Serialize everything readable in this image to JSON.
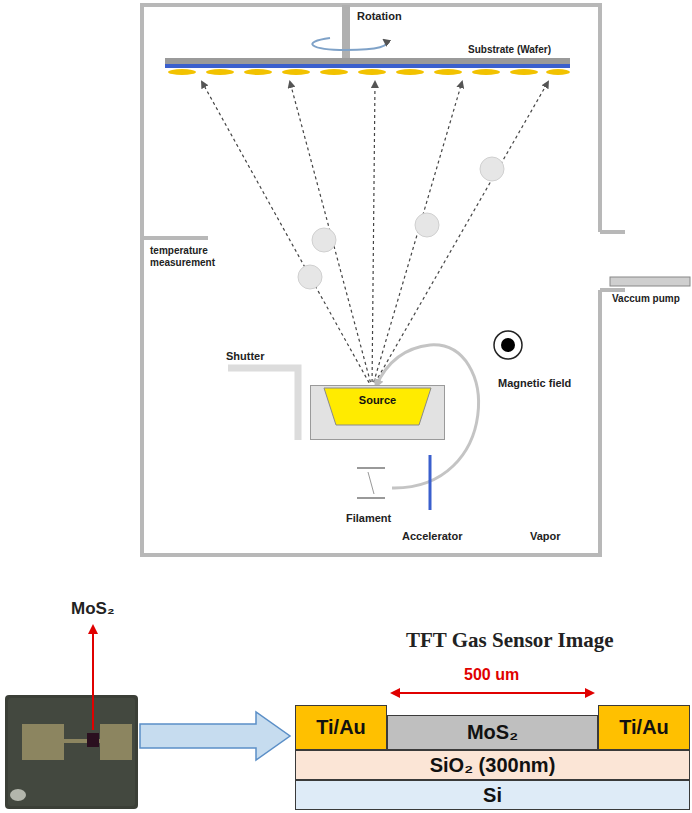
{
  "diagram": {
    "nodes": [
      {
        "text": [
          "Source"
        ]
      },
      {
        "text": [
          "Ti/Au"
        ]
      },
      {
        "text": [
          "MoS₂"
        ]
      },
      {
        "text": [
          "Ti/Au"
        ]
      },
      {
        "text": [
          "SiO₂ (300nm)"
        ]
      },
      {
        "text": [
          "Si"
        ]
      }
    ],
    "labels": [
      "Rotation",
      "Substrate (Wafer)",
      "temperature measurement",
      "Vaccum pump",
      "Shutter",
      "Magnetic field",
      "Filament",
      "Accelerator",
      "Vapor",
      "MoS₂",
      "TFT Gas Sensor Image",
      "500 um"
    ]
  }
}
